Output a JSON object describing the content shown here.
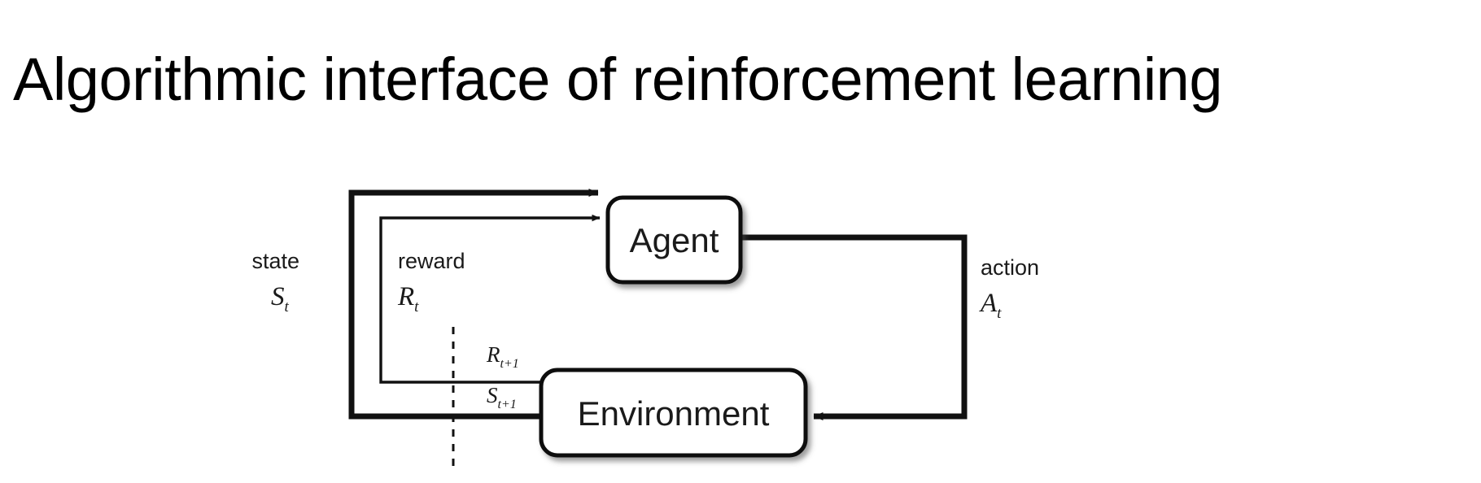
{
  "slide": {
    "title": "Algorithmic interface of reinforcement learning",
    "background_color": "#ffffff",
    "ink_color": "#000000"
  },
  "diagram": {
    "name": "agent-environment-interaction-loop",
    "type": "block-diagram",
    "nodes": [
      {
        "id": "agent",
        "label": "Agent"
      },
      {
        "id": "environment",
        "label": "Environment"
      }
    ],
    "edges": [
      {
        "id": "state-edge",
        "from": "environment",
        "to": "agent",
        "word": "state",
        "symbol": "S",
        "subscript": "t",
        "stroke": "thick"
      },
      {
        "id": "reward-edge",
        "from": "environment",
        "to": "agent",
        "word": "reward",
        "symbol": "R",
        "subscript": "t",
        "stroke": "thin"
      },
      {
        "id": "action-edge",
        "from": "agent",
        "to": "environment",
        "word": "action",
        "symbol": "A",
        "subscript": "t",
        "stroke": "thick"
      }
    ],
    "emitted_signals": [
      {
        "id": "reward-next",
        "symbol": "R",
        "subscript": "t+1",
        "stroke": "thin"
      },
      {
        "id": "state-next",
        "symbol": "S",
        "subscript": "t+1",
        "stroke": "thick"
      }
    ],
    "time_boundary": {
      "id": "time-step-divider",
      "style": "dashed-vertical-line"
    }
  }
}
